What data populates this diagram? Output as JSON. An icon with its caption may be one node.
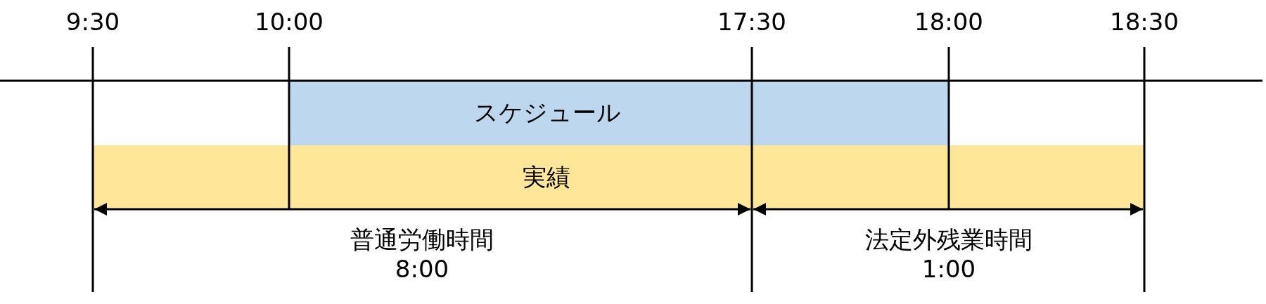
{
  "diagram": {
    "nodes": [
      {
        "text": [
          "スケジュール"
        ]
      },
      {
        "text": [
          "実績"
        ]
      }
    ],
    "labels": [
      "9:30",
      "10:00",
      "17:30",
      "18:00",
      "18:30",
      "普通労働時間",
      "8:00",
      "法定外残業時間",
      "1:00"
    ]
  }
}
